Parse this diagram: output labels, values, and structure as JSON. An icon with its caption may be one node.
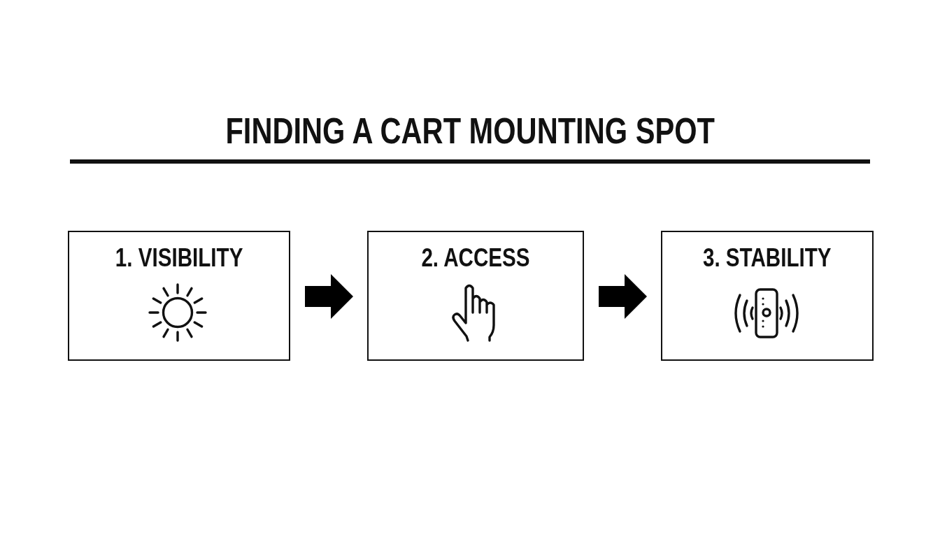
{
  "diagram": {
    "title": "FINDING A CART MOUNTING SPOT",
    "nodes": [
      {
        "text": [
          "1. VISIBILITY"
        ]
      },
      {
        "text": [
          "2. ACCESS"
        ]
      },
      {
        "text": [
          "3. STABILITY"
        ]
      }
    ],
    "edges": [
      {
        "from": 0,
        "to": 1,
        "arrow": "to"
      },
      {
        "from": 1,
        "to": 2,
        "arrow": "to"
      }
    ]
  }
}
